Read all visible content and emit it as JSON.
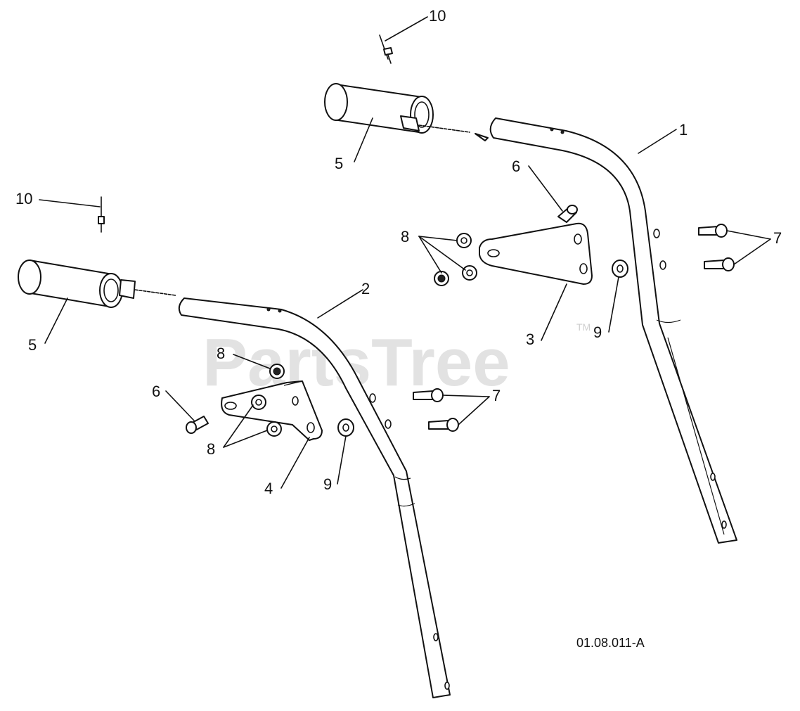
{
  "diagram": {
    "drawing_code": "01.08.011-A",
    "watermark": "PartsTree",
    "watermark_tm": "TM",
    "callouts": {
      "c1": "1",
      "c2": "2",
      "c3": "3",
      "c4": "4",
      "c5a": "5",
      "c5b": "5",
      "c6a": "6",
      "c6b": "6",
      "c7a": "7",
      "c7b": "7",
      "c8a": "8",
      "c8b": "8",
      "c8c": "8",
      "c9a": "9",
      "c9b": "9",
      "c10a": "10",
      "c10b": "10"
    }
  }
}
